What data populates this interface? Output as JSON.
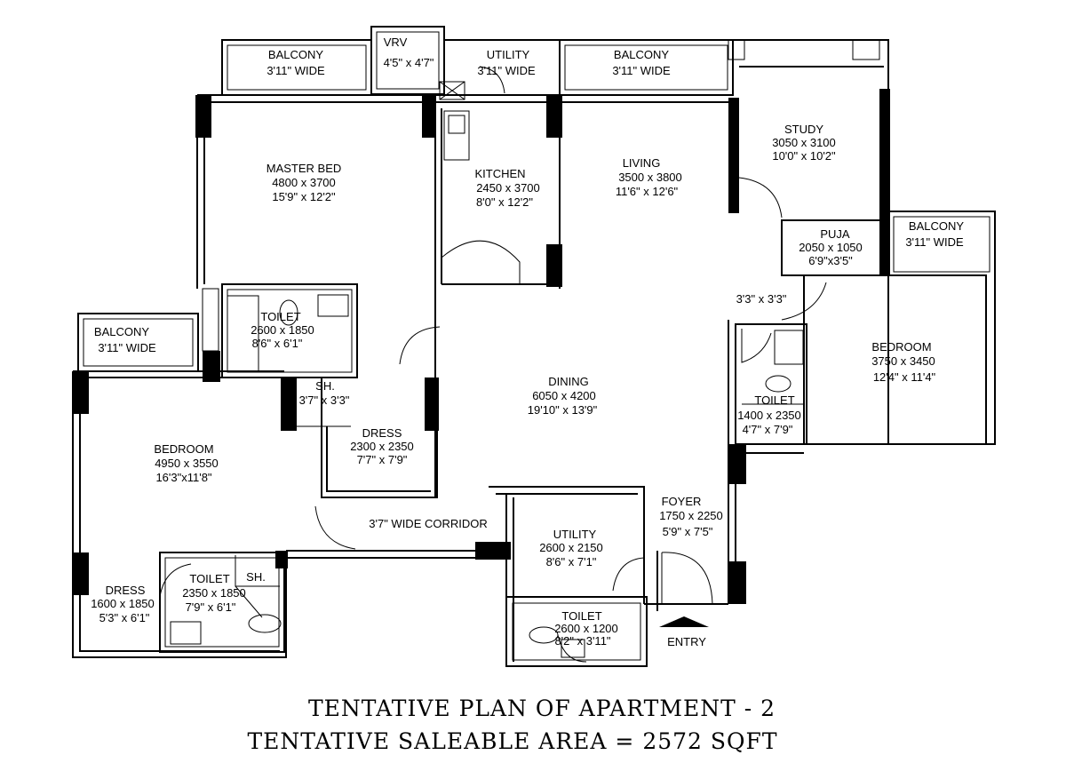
{
  "plan": {
    "rooms": [
      {
        "name": "BALCONY",
        "size": "3'11\" WIDE"
      },
      {
        "name": "VRV",
        "size": "4'5\" x 4'7\""
      },
      {
        "name": "UTILITY",
        "size": "3'11\" WIDE"
      },
      {
        "name": "BALCONY",
        "size": "3'11\" WIDE"
      },
      {
        "name": "STUDY",
        "size": "3050 x 3100",
        "size_imperial": "10'0\" x 10'2\""
      },
      {
        "name": "MASTER BED",
        "size": "4800 x 3700",
        "size_imperial": "15'9\" x 12'2\""
      },
      {
        "name": "KITCHEN",
        "size": "2450 x 3700",
        "size_imperial": "8'0\" x 12'2\""
      },
      {
        "name": "LIVING",
        "size": "3500 x 3800",
        "size_imperial": "11'6\" x 12'6\""
      },
      {
        "name": "PUJA",
        "size": "2050 x 1050",
        "size_imperial": "6'9\"x3'5\""
      },
      {
        "name": "BALCONY",
        "size": "3'11\" WIDE"
      },
      {
        "name": "BALCONY",
        "size": "3'11\" WIDE"
      },
      {
        "name": "TOILET",
        "size": "2600 x 1850",
        "size_imperial": "8'6\" x 6'1\""
      },
      {
        "name": "SH.",
        "size": "3'7\" x 3'3\""
      },
      {
        "name": "DRESS",
        "size": "2300 x 2350",
        "size_imperial": "7'7\" x 7'9\""
      },
      {
        "name": "DINING",
        "size": "6050 x 4200",
        "size_imperial": "19'10\" x 13'9\""
      },
      {
        "name": "BEDROOM",
        "size": "3750 x 3450",
        "size_imperial": "12'4\" x 11'4\""
      },
      {
        "name": "TOILET",
        "size": "1400 x 2350",
        "size_imperial": "4'7\" x 7'9\""
      },
      {
        "name": "BEDROOM",
        "size": "4950 x 3550",
        "size_imperial": "16'3\"x11'8\""
      },
      {
        "name": "FOYER",
        "size": "1750 x 2250",
        "size_imperial": "5'9\" x 7'5\""
      },
      {
        "name": "UTILITY",
        "size": "2600 x 2150",
        "size_imperial": "8'6\" x 7'1\""
      },
      {
        "name": "DRESS",
        "size": "1600 x 1850",
        "size_imperial": "5'3\" x 6'1\""
      },
      {
        "name": "TOILET",
        "size": "2350 x 1850",
        "size_imperial": "7'9\" x 6'1\""
      },
      {
        "name": "SH.",
        "size": ""
      },
      {
        "name": "TOILET",
        "size": "2600 x 1200",
        "size_imperial": "8'2\" x 3'11\""
      }
    ],
    "misc": {
      "passage": "3'3\" x 3'3\"",
      "corridor": "3'7\" WIDE CORRIDOR",
      "entry": "ENTRY"
    }
  },
  "caption": {
    "line1": "TENTATIVE PLAN OF APARTMENT - 2",
    "line2": "TENTATIVE SALEABLE AREA = 2572 SQFT"
  }
}
